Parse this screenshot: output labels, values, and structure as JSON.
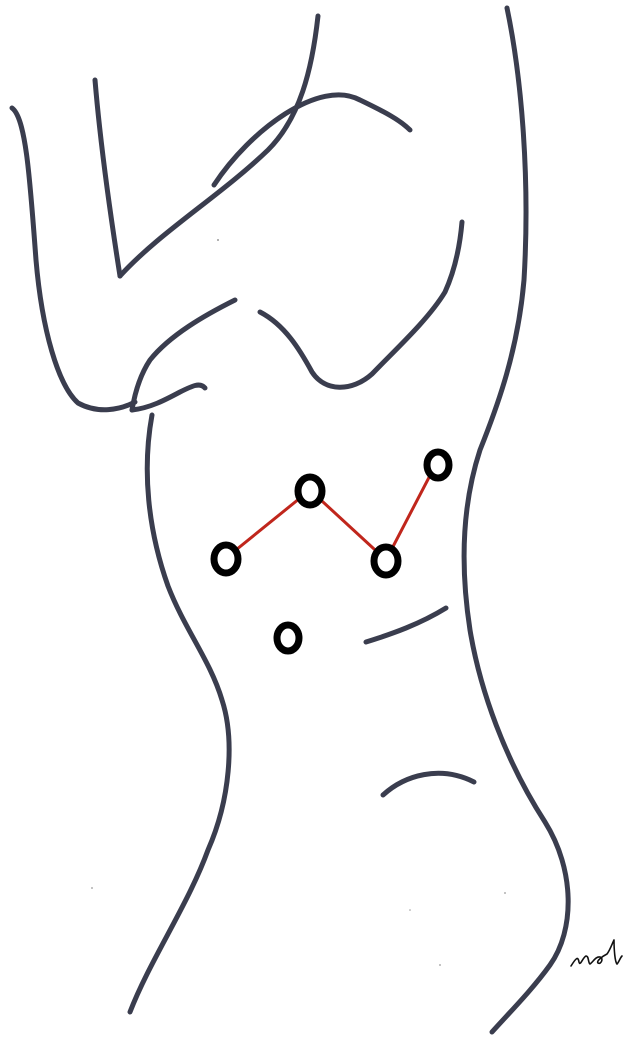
{
  "figure": {
    "subject": "torso-outline-sketch",
    "colors": {
      "outline": "#3a3d4e",
      "incision_path": "#c0261c",
      "port_ring": "#000000",
      "background": "#ffffff"
    },
    "ports_connected_by_path": 4,
    "ports_standalone": 1,
    "signature_text": "md"
  }
}
